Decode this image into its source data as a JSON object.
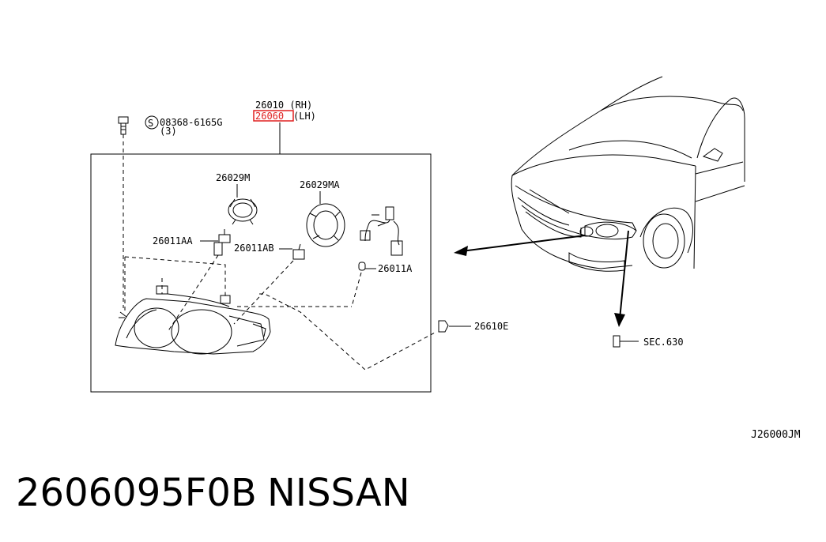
{
  "diagram": {
    "assembly_rh": "26010 (RH)",
    "assembly_lh": "26060",
    "assembly_lh_suffix": "(LH)",
    "screw_part": "08368-6165G",
    "screw_qty": "(3)",
    "part_26029M": "26029M",
    "part_26029MA": "26029MA",
    "part_26011AA": "26011AA",
    "part_26011AB": "26011AB",
    "part_26011A": "26011A",
    "part_26610E": "26610E",
    "section_ref": "SEC.630",
    "drawing_code": "J26000JM",
    "highlight_color": "#e02020"
  },
  "footer": {
    "part_number": "2606095F0B",
    "brand": "NISSAN"
  }
}
